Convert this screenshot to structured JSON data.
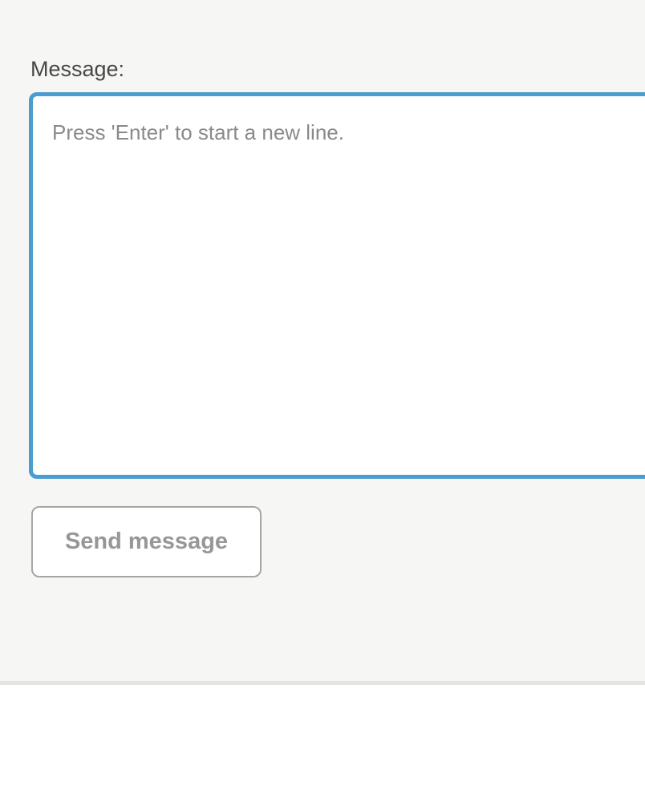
{
  "form": {
    "message_label": "Message:",
    "textarea": {
      "value": "",
      "placeholder": "Press 'Enter' to start a new line."
    },
    "send_button_label": "Send message"
  },
  "colors": {
    "panel-background": "#f6f6f5",
    "panel-border": "#e4e4e4",
    "textarea-focus-border": "#4a9dce",
    "textarea-background": "#ffffff",
    "label-text": "#474747",
    "placeholder-text": "#8a8a8a",
    "button-background": "#ffffff",
    "button-border": "#a6a6a6",
    "button-text": "#979797",
    "page-background": "#ffffff"
  }
}
